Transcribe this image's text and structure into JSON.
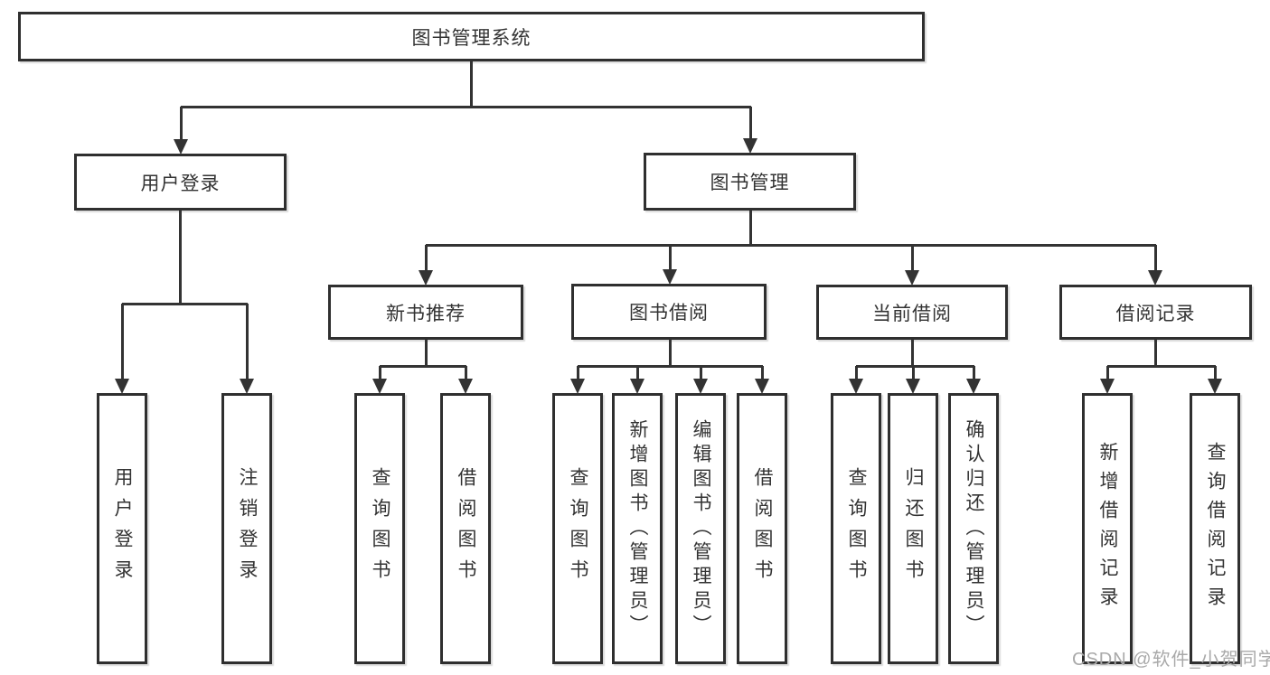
{
  "title": "图书管理系统",
  "watermark": "CSDN @软件_小贺同学",
  "colors": {
    "line": "#333333",
    "box_border": "#2f2f2f",
    "text": "#333333",
    "watermark": "#a9a9a9",
    "background": "#ffffff"
  },
  "tree": {
    "root": "图书管理系统",
    "branches": [
      {
        "label": "用户登录",
        "children": [
          "用户登录",
          "注销登录"
        ]
      },
      {
        "label": "图书管理",
        "groups": [
          {
            "label": "新书推荐",
            "children": [
              "查询图书",
              "借阅图书"
            ]
          },
          {
            "label": "图书借阅",
            "children": [
              "查询图书",
              "新增图书（管理员）",
              "编辑图书（管理员）",
              "借阅图书"
            ]
          },
          {
            "label": "当前借阅",
            "children": [
              "查询图书",
              "归还图书",
              "确认归还（管理员）"
            ]
          },
          {
            "label": "借阅记录",
            "children": [
              "新增借阅记录",
              "查询借阅记录"
            ]
          }
        ]
      }
    ]
  }
}
